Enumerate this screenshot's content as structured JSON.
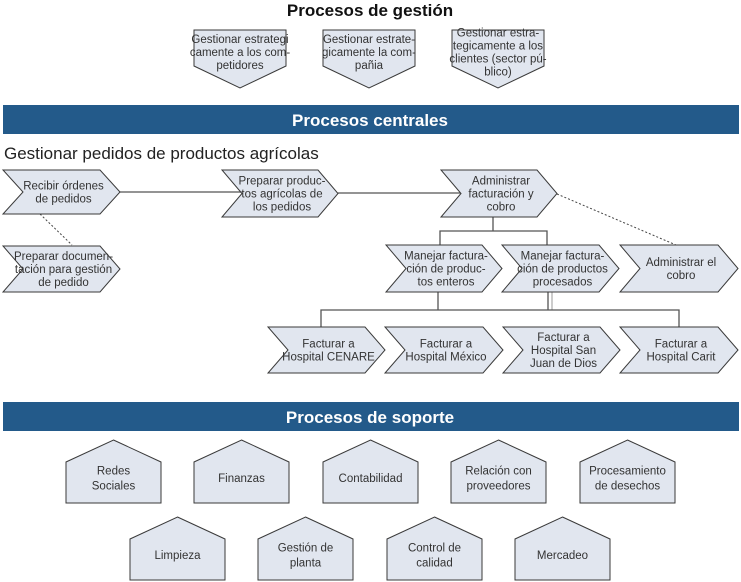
{
  "colors": {
    "banner": "#235a8a",
    "shape_fill": "#e1e6ef",
    "shape_stroke": "#3a3a3a"
  },
  "management": {
    "title": "Procesos de gestión",
    "items": [
      {
        "lines": [
          "Gestionar estrategi",
          "camente a los com-",
          "petidores"
        ]
      },
      {
        "lines": [
          "Gestionar estrate-",
          "gicamente la com-",
          "pañia"
        ]
      },
      {
        "lines": [
          "Gestionar estra-",
          "tegicamente a los",
          "clientes (sector pú-",
          "blico)"
        ]
      }
    ]
  },
  "core": {
    "banner": "Procesos centrales",
    "subtitle": "Gestionar pedidos de productos agrícolas",
    "nodes": {
      "recibir": {
        "lines": [
          "Recibir órdenes",
          "de pedidos"
        ]
      },
      "documentacion": {
        "lines": [
          "Preparar documen-",
          "tación para gestión",
          "de pedido"
        ]
      },
      "preparar": {
        "lines": [
          "Preparar produc-",
          "tos agrícolas de",
          "los pedidos"
        ]
      },
      "administrar_fact": {
        "lines": [
          "Administrar",
          "facturación y",
          "cobro"
        ]
      },
      "manejar_enteros": {
        "lines": [
          "Manejar factura-",
          "ción de produc-",
          "tos enteros"
        ]
      },
      "manejar_procesados": {
        "lines": [
          "Manejar factura-",
          "ción de productos",
          "procesados"
        ]
      },
      "administrar_cobro": {
        "lines": [
          "Administrar el",
          "cobro"
        ]
      },
      "cenare": {
        "lines": [
          "Facturar a",
          "Hospital CENARE"
        ]
      },
      "mexico": {
        "lines": [
          "Facturar a",
          "Hospital México"
        ]
      },
      "sanjuan": {
        "lines": [
          "Facturar a",
          "Hospital San",
          "Juan de Dios"
        ]
      },
      "carit": {
        "lines": [
          "Facturar a",
          "Hospital Carit"
        ]
      }
    }
  },
  "support": {
    "banner": "Procesos de soporte",
    "items": [
      {
        "lines": [
          "Redes",
          "Sociales"
        ]
      },
      {
        "lines": [
          "Finanzas"
        ]
      },
      {
        "lines": [
          "Contabilidad"
        ]
      },
      {
        "lines": [
          "Relación con",
          "proveedores"
        ]
      },
      {
        "lines": [
          "Procesamiento",
          "de desechos"
        ]
      },
      {
        "lines": [
          "Limpieza"
        ]
      },
      {
        "lines": [
          "Gestión de",
          "planta"
        ]
      },
      {
        "lines": [
          "Control de",
          "calidad"
        ]
      },
      {
        "lines": [
          "Mercadeo"
        ]
      }
    ]
  }
}
